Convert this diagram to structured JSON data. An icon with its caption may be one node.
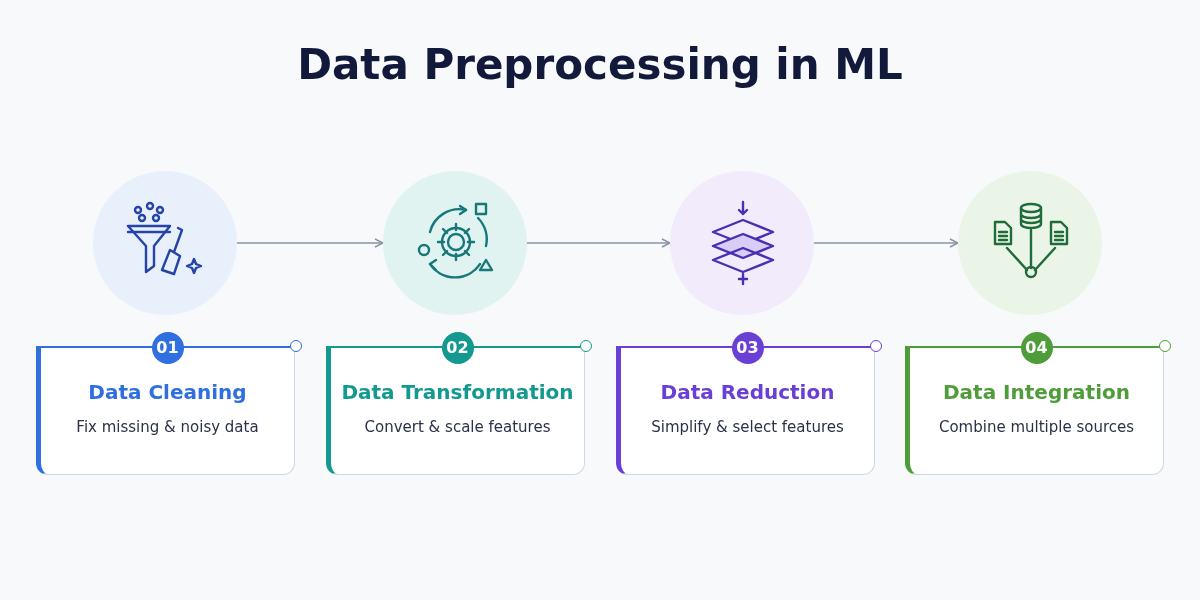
{
  "diagram": {
    "title": "Data Preprocessing in ML",
    "nodes": [
      {
        "text": [],
        "shape": "circle"
      },
      {
        "text": [],
        "shape": "circle"
      },
      {
        "text": [],
        "shape": "circle"
      },
      {
        "text": [],
        "shape": "circle"
      },
      {
        "text": [
          "01",
          "Data Cleaning",
          "Fix missing & noisy data"
        ]
      },
      {
        "text": [
          "02",
          "Data Transformation",
          "Convert & scale features"
        ]
      },
      {
        "text": [
          "03",
          "Data Reduction",
          "Simplify & select features"
        ]
      },
      {
        "text": [
          "04",
          "Data Integration",
          "Combine multiple sources"
        ]
      }
    ],
    "edges": [
      {
        "from": 0,
        "to": 1,
        "arrow": "to"
      },
      {
        "from": 1,
        "to": 2,
        "arrow": "to"
      },
      {
        "from": 2,
        "to": 3,
        "arrow": "to"
      }
    ]
  }
}
